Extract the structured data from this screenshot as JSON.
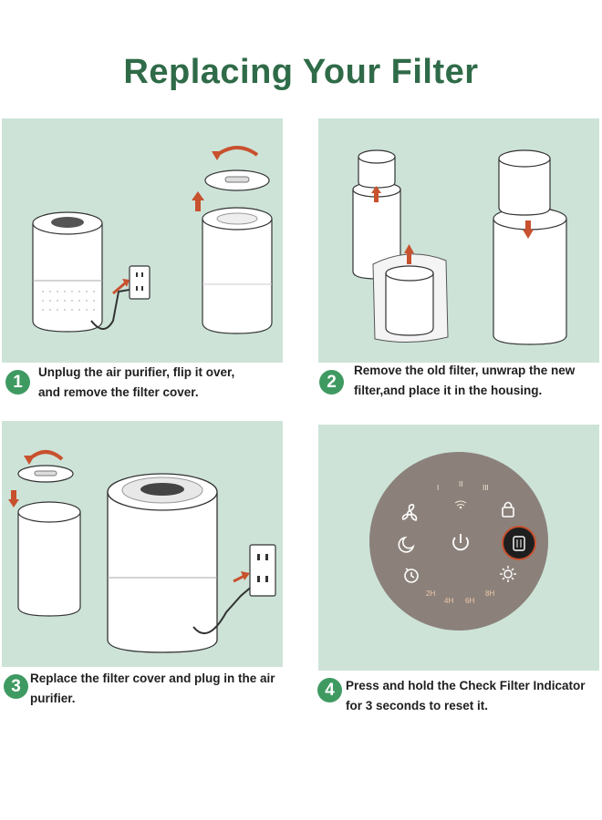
{
  "title": "Replacing Your Filter",
  "colors": {
    "title": "#2f6b48",
    "panel": "#cde3d8",
    "badge": "#3f9a62",
    "arrow": "#c8512e",
    "control_panel": "#8b817a"
  },
  "steps": [
    {
      "number": "1",
      "lines": [
        "Unplug the air purifier, flip it over,",
        "and remove the filter cover."
      ]
    },
    {
      "number": "2",
      "lines": [
        "Remove the old filter, unwrap the new",
        "filter,and place it in the housing."
      ]
    },
    {
      "number": "3",
      "lines": [
        "Replace the filter cover and plug in the air",
        "purifier."
      ]
    },
    {
      "number": "4",
      "lines": [
        "Press and hold the Check Filter Indicator",
        "for 3 seconds to reset it."
      ]
    }
  ],
  "control_panel": {
    "speed_labels": [
      "I",
      "II",
      "III"
    ],
    "timer_labels": [
      "2H",
      "4H",
      "6H",
      "8H"
    ],
    "icons": [
      "fan-speed-icon",
      "wifi-icon",
      "lock-icon",
      "sleep-mode-icon",
      "power-icon",
      "check-filter-icon",
      "timer-icon",
      "brightness-icon"
    ]
  }
}
